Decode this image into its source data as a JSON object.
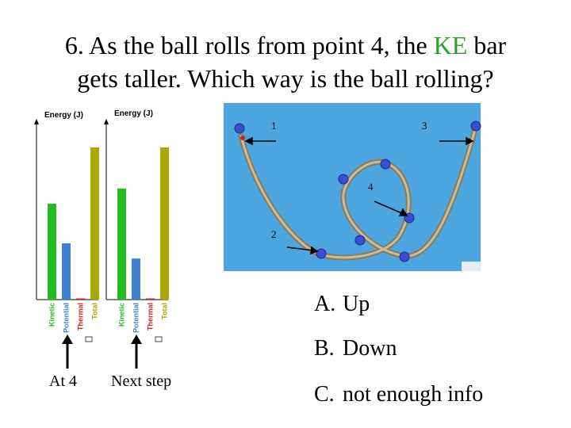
{
  "question": {
    "prefix": "6. As the ball rolls from point 4, the ",
    "highlight": "KE",
    "suffix": " bar",
    "line2": "gets taller. Which way is the ball rolling?"
  },
  "colors": {
    "kinetic": "#22bb22",
    "potential": "#3f7fd0",
    "thermal": "#cc2222",
    "total": "#a8a800",
    "highlight": "#2aa02a",
    "track_bg": "#4da6e0"
  },
  "energy_charts": [
    {
      "label": "Energy (J)",
      "caption": "At 4",
      "bars": [
        {
          "name": "Kinetic",
          "value": 0.63
        },
        {
          "name": "Potential",
          "value": 0.37
        },
        {
          "name": "Thermal",
          "value": 0.0
        },
        {
          "name": "Total",
          "value": 1.0
        }
      ]
    },
    {
      "label": "Energy (J)",
      "caption": "Next step",
      "bars": [
        {
          "name": "Kinetic",
          "value": 0.73
        },
        {
          "name": "Potential",
          "value": 0.27
        },
        {
          "name": "Thermal",
          "value": 0.0
        },
        {
          "name": "Total",
          "value": 1.0
        }
      ]
    }
  ],
  "track": {
    "point_labels": [
      "1",
      "3",
      "4",
      "2"
    ]
  },
  "answers": [
    {
      "letter": "A.",
      "text": "Up"
    },
    {
      "letter": "B.",
      "text": "Down"
    },
    {
      "letter": "C.",
      "text": "not enough info"
    }
  ]
}
